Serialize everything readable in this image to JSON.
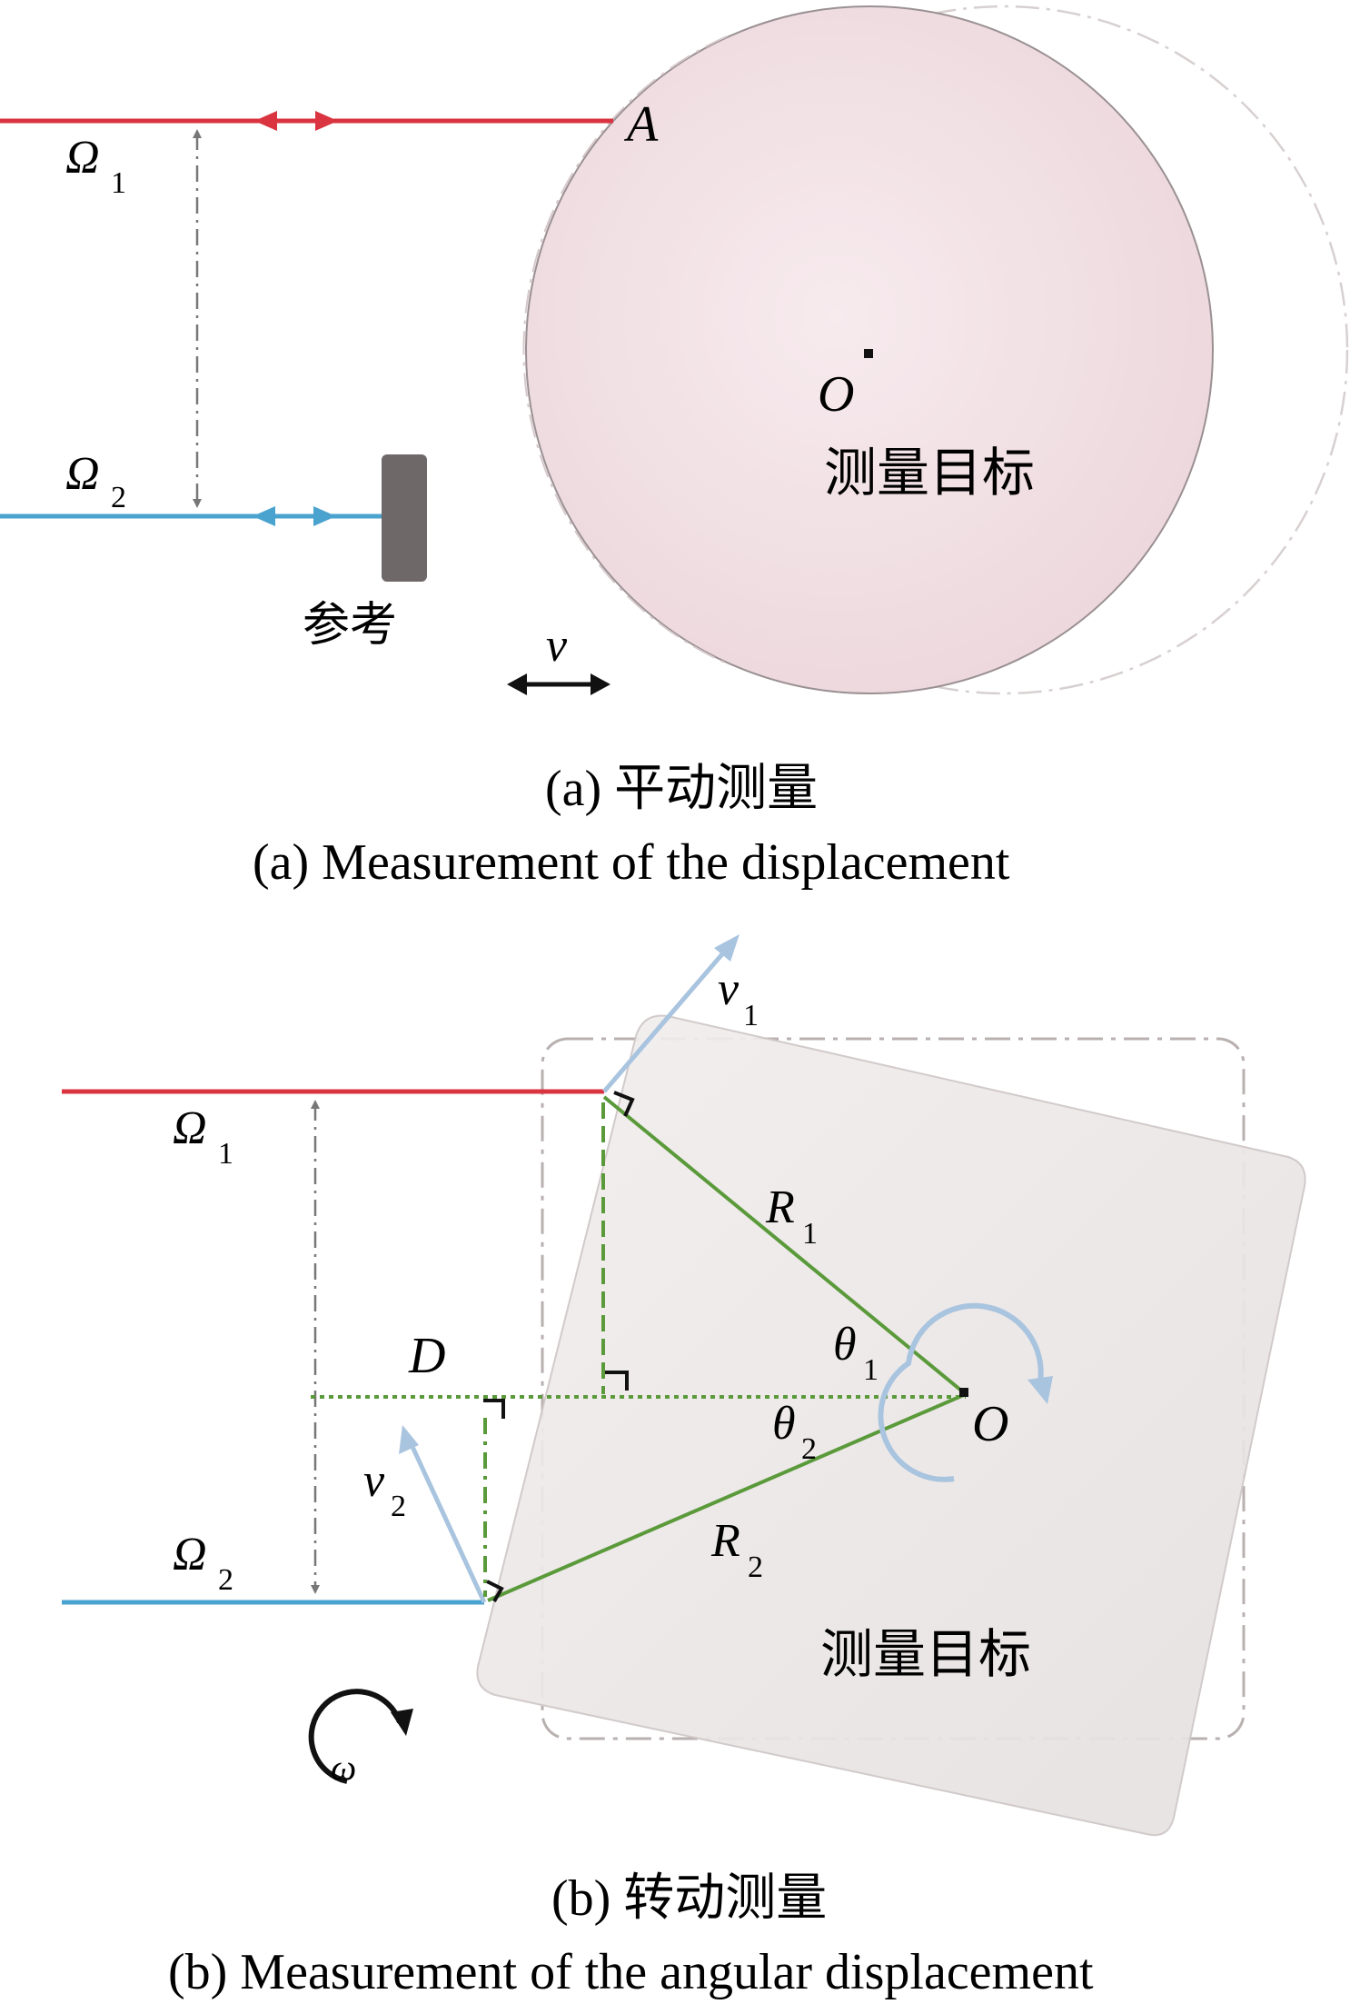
{
  "panel_a": {
    "beam1_label": "Ω",
    "beam1_sub": "1",
    "beam2_label": "Ω",
    "beam2_sub": "2",
    "point_a": "A",
    "point_o": "O",
    "target_label": "测量目标",
    "reference_label": "参考",
    "velocity_label": "v",
    "caption_cn": "(a) 平动测量",
    "caption_en": "(a) Measurement of the displacement"
  },
  "panel_b": {
    "beam1_label": "Ω",
    "beam1_sub": "1",
    "beam2_label": "Ω",
    "beam2_sub": "2",
    "v1_label": "v",
    "v1_sub": "1",
    "v2_label": "v",
    "v2_sub": "2",
    "r1_label": "R",
    "r1_sub": "1",
    "r2_label": "R",
    "r2_sub": "2",
    "theta1_label": "θ",
    "theta1_sub": "1",
    "theta2_label": "θ",
    "theta2_sub": "2",
    "d_label": "D",
    "point_o": "O",
    "omega_label": "ω",
    "target_label": "测量目标",
    "caption_cn": "(b) 转动测量",
    "caption_en": "(b) Measurement of the angular displacement"
  },
  "colors": {
    "beam1": "#d9343f",
    "beam2": "#4aa3cf",
    "target_disk": "#f4e4e8",
    "target_square": "#f0eded",
    "green": "#5a9a3a",
    "velocity_arrow": "#a9c4df",
    "reference": "#6e6869"
  }
}
